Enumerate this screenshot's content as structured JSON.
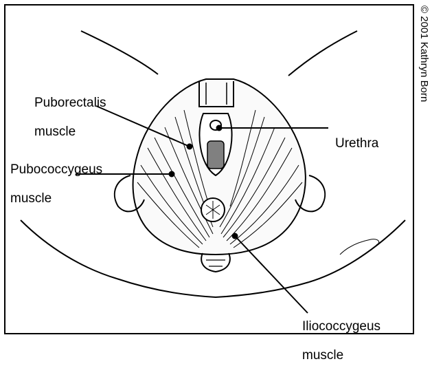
{
  "labels": {
    "puborectalis": [
      "Puborectalis",
      "muscle"
    ],
    "pubococcygeus": [
      "Pubococcygeus",
      "muscle"
    ],
    "urethra": "Urethra",
    "iliococcygeus": [
      "Iliococcygeus",
      "muscle"
    ]
  },
  "copyright": "© 2001 Kathryn Born",
  "colors": {
    "line": "#000000",
    "background": "#ffffff",
    "cavity": "#808080"
  }
}
